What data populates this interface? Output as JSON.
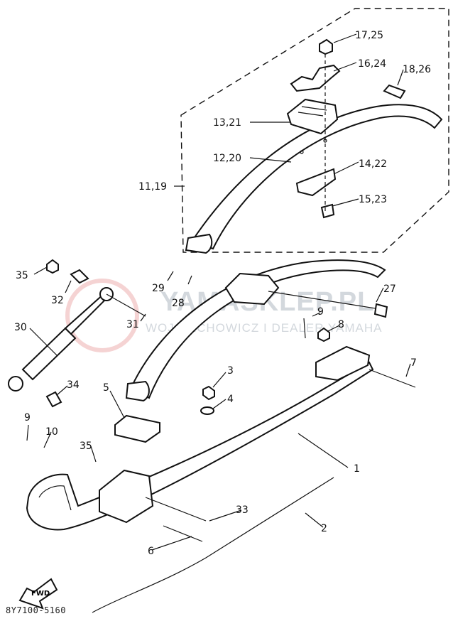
{
  "watermark": {
    "brand": "YAMASKLEP.PL",
    "subtitle": "WOJCIECHOWICZ I DEALER YAMAHA"
  },
  "part_code": "8Y7100-5160",
  "fwd_label": "FWD",
  "callouts": {
    "c1": "1",
    "c2": "2",
    "c3": "3",
    "c4": "4",
    "c5": "5",
    "c6": "6",
    "c7": "7",
    "c8": "8",
    "c9a": "9",
    "c9b": "9",
    "c10": "10",
    "c11": "11,19",
    "c12": "12,20",
    "c13": "13,21",
    "c14": "14,22",
    "c15": "15,23",
    "c16": "16,24",
    "c17": "17,25",
    "c18": "18,26",
    "c27": "27",
    "c28": "28",
    "c29": "29",
    "c30": "30",
    "c31": "31",
    "c32": "32",
    "c33": "33",
    "c34": "34",
    "c35a": "35",
    "c35b": "35"
  },
  "colors": {
    "line": "#111111",
    "watermark_text": "#cfd4da",
    "watermark_logo": "#f2c8c8"
  }
}
